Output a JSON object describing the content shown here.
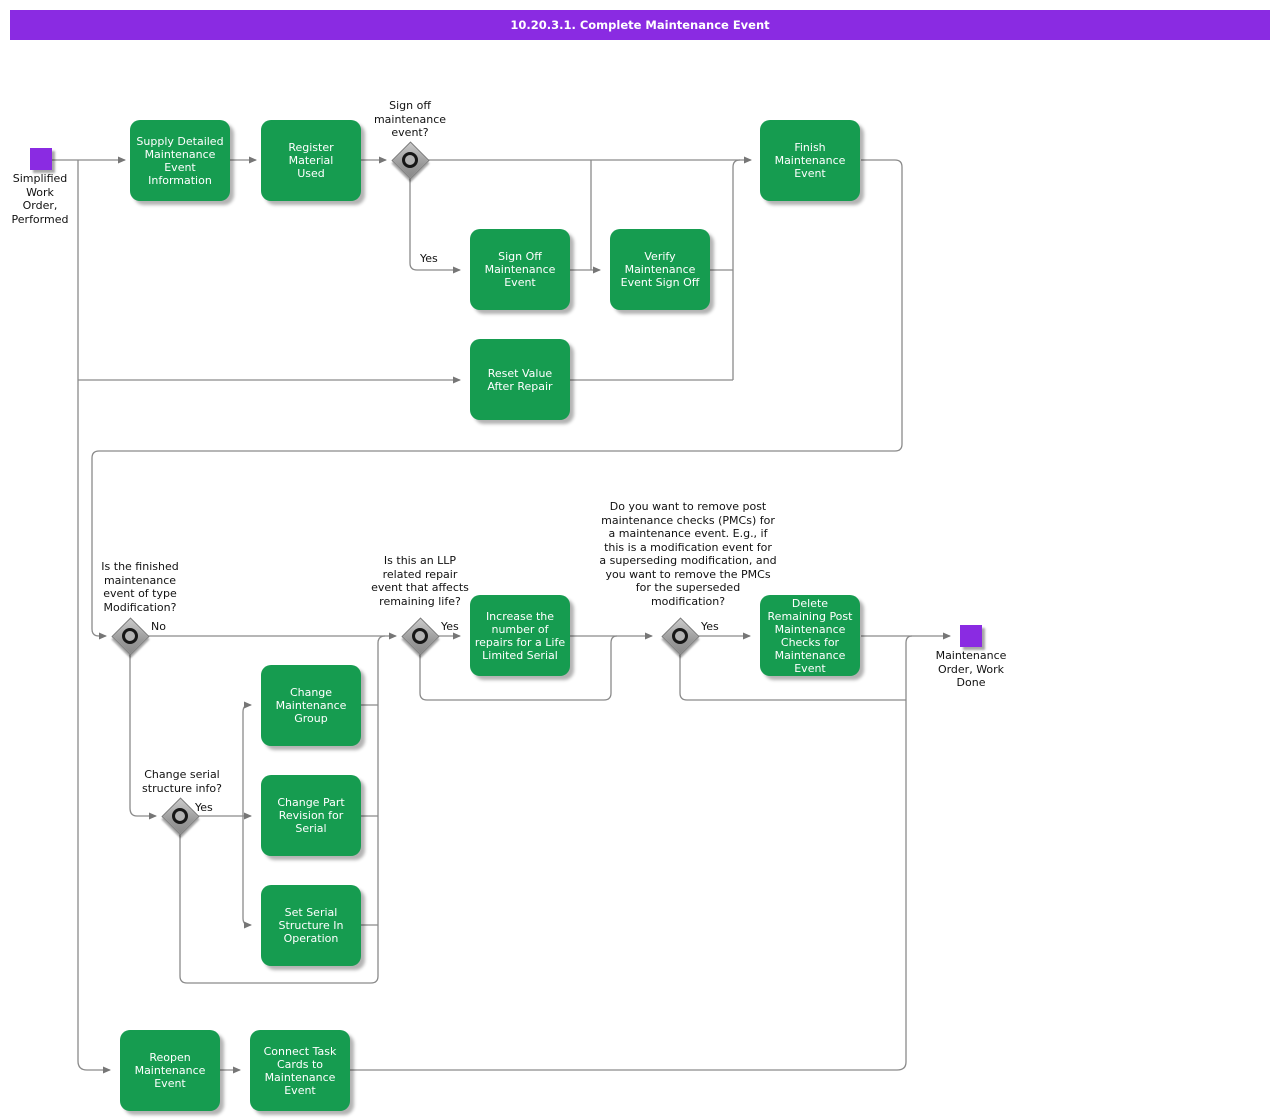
{
  "title_bar": {
    "title": "10.20.3.1. Complete Maintenance Event"
  },
  "colors": {
    "header_purple": "#8A2BE2",
    "event_purple": "#8A2BE2",
    "task_green": "#169C50",
    "connector_gray": "#8A8A8A"
  },
  "events": {
    "start_label": "Simplified\nWork\nOrder,\nPerformed",
    "end_label": "Maintenance\nOrder, Work\nDone"
  },
  "tasks": {
    "supply": {
      "label": "Supply Detailed\nMaintenance\nEvent\nInformation"
    },
    "register": {
      "label": "Register\nMaterial\nUsed"
    },
    "finish": {
      "label": "Finish\nMaintenance\nEvent"
    },
    "sign_off": {
      "label": "Sign Off\nMaintenance\nEvent"
    },
    "verify": {
      "label": "Verify\nMaintenance\nEvent Sign Off"
    },
    "reset": {
      "label": "Reset Value\nAfter Repair"
    },
    "increase": {
      "label": "Increase the\nnumber of\nrepairs for a Life\nLimited Serial"
    },
    "delete_pmc": {
      "label": "Delete\nRemaining Post\nMaintenance\nChecks for\nMaintenance\nEvent"
    },
    "change_group": {
      "label": "Change\nMaintenance\nGroup"
    },
    "change_part": {
      "label": "Change Part\nRevision for\nSerial"
    },
    "set_serial": {
      "label": "Set Serial\nStructure In\nOperation"
    },
    "reopen": {
      "label": "Reopen\nMaintenance\nEvent"
    },
    "connect": {
      "label": "Connect Task\nCards to\nMaintenance\nEvent"
    }
  },
  "decisions": {
    "sign_off": {
      "question": "Sign off\nmaintenance\nevent?",
      "branch": "Yes"
    },
    "modification": {
      "question": "Is the finished\nmaintenance\nevent of type\nModification?",
      "branch": "No"
    },
    "llp": {
      "question": "Is this an LLP\nrelated repair\nevent that affects\nremaining life?",
      "branch": "Yes"
    },
    "serial": {
      "question": "Change serial\nstructure info?",
      "branch": "Yes"
    },
    "pmc": {
      "question": "Do you want to remove post\nmaintenance checks (PMCs) for\na maintenance event. E.g., if\nthis is a modification event for\na superseding modification, and\nyou want to remove the PMCs\nfor the superseded\nmodification?",
      "branch": "Yes"
    }
  }
}
